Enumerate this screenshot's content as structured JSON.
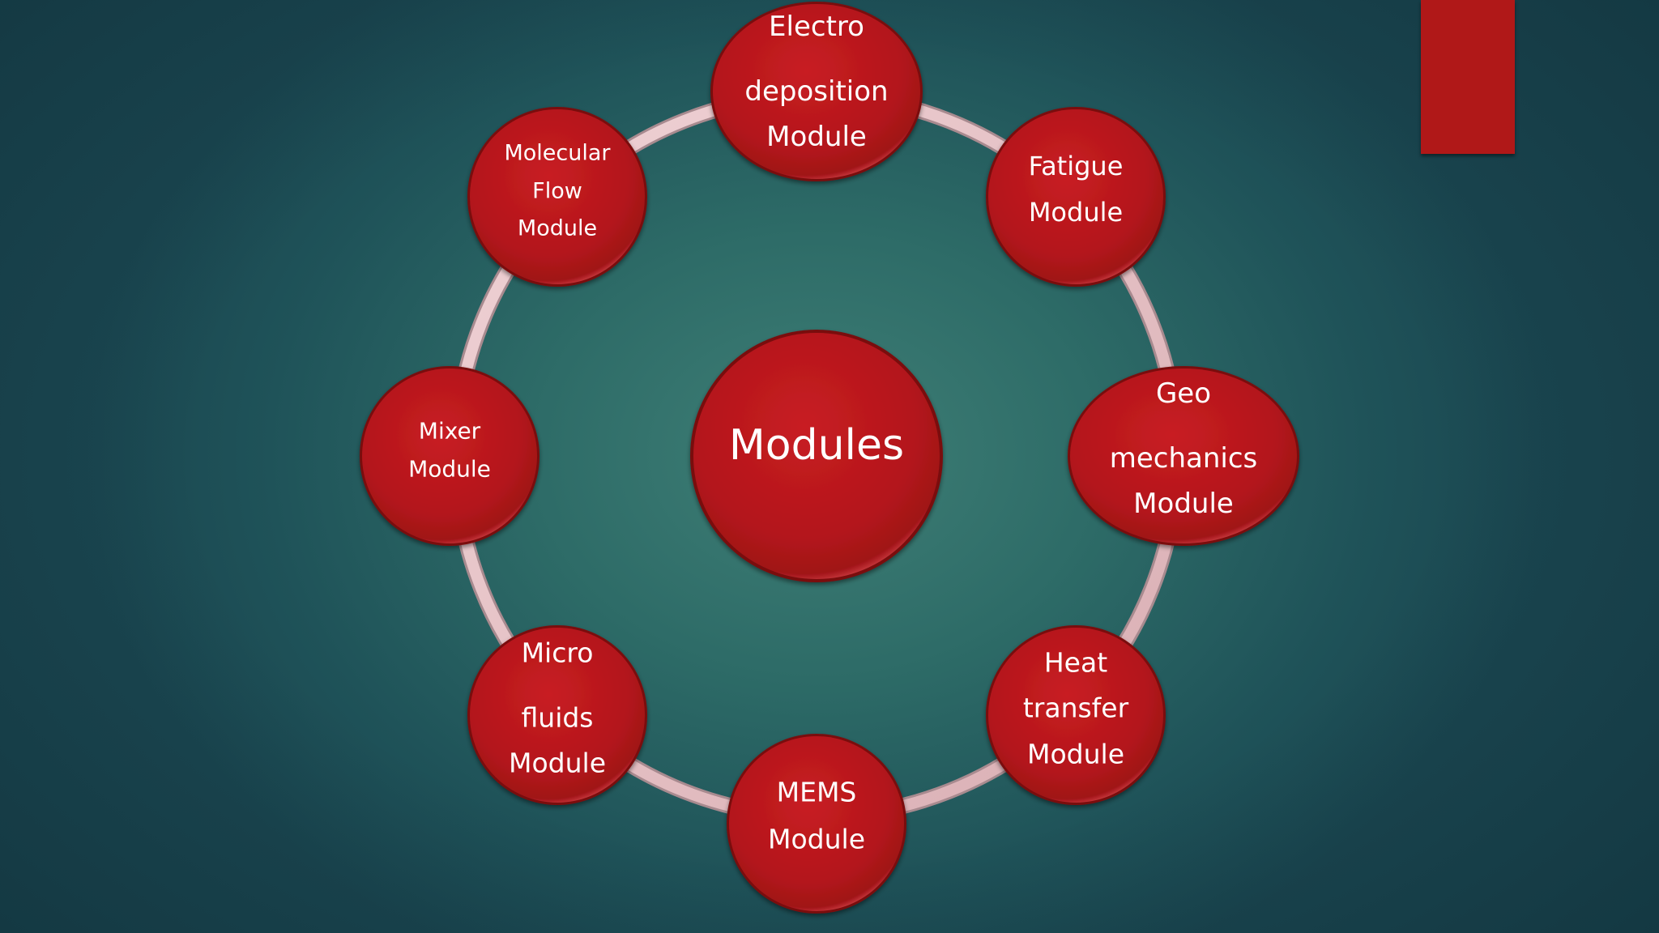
{
  "center_node": {
    "label": "Modules"
  },
  "nodes": [
    {
      "id": "electrodeposition",
      "lines": [
        "Electro",
        "deposition",
        "Module"
      ]
    },
    {
      "id": "fatigue",
      "lines": [
        "Fatigue",
        "Module"
      ]
    },
    {
      "id": "geomechanics",
      "lines": [
        "Geo",
        "mechanics",
        "Module"
      ]
    },
    {
      "id": "heat-transfer",
      "lines": [
        "Heat",
        "transfer",
        "Module"
      ]
    },
    {
      "id": "mems",
      "lines": [
        "MEMS",
        "Module"
      ]
    },
    {
      "id": "microfluids",
      "lines": [
        "Micro",
        "fluids",
        "Module"
      ]
    },
    {
      "id": "mixer",
      "lines": [
        "Mixer",
        "Module"
      ]
    },
    {
      "id": "molecular-flow",
      "lines": [
        "Molecular",
        "Flow",
        "Module"
      ]
    }
  ],
  "colors": {
    "node_fill": "#b3161b",
    "node_border": "#7a0c10",
    "ring": "#e8c4c8",
    "accent_bar": "#b01818",
    "text": "#ffffff"
  }
}
